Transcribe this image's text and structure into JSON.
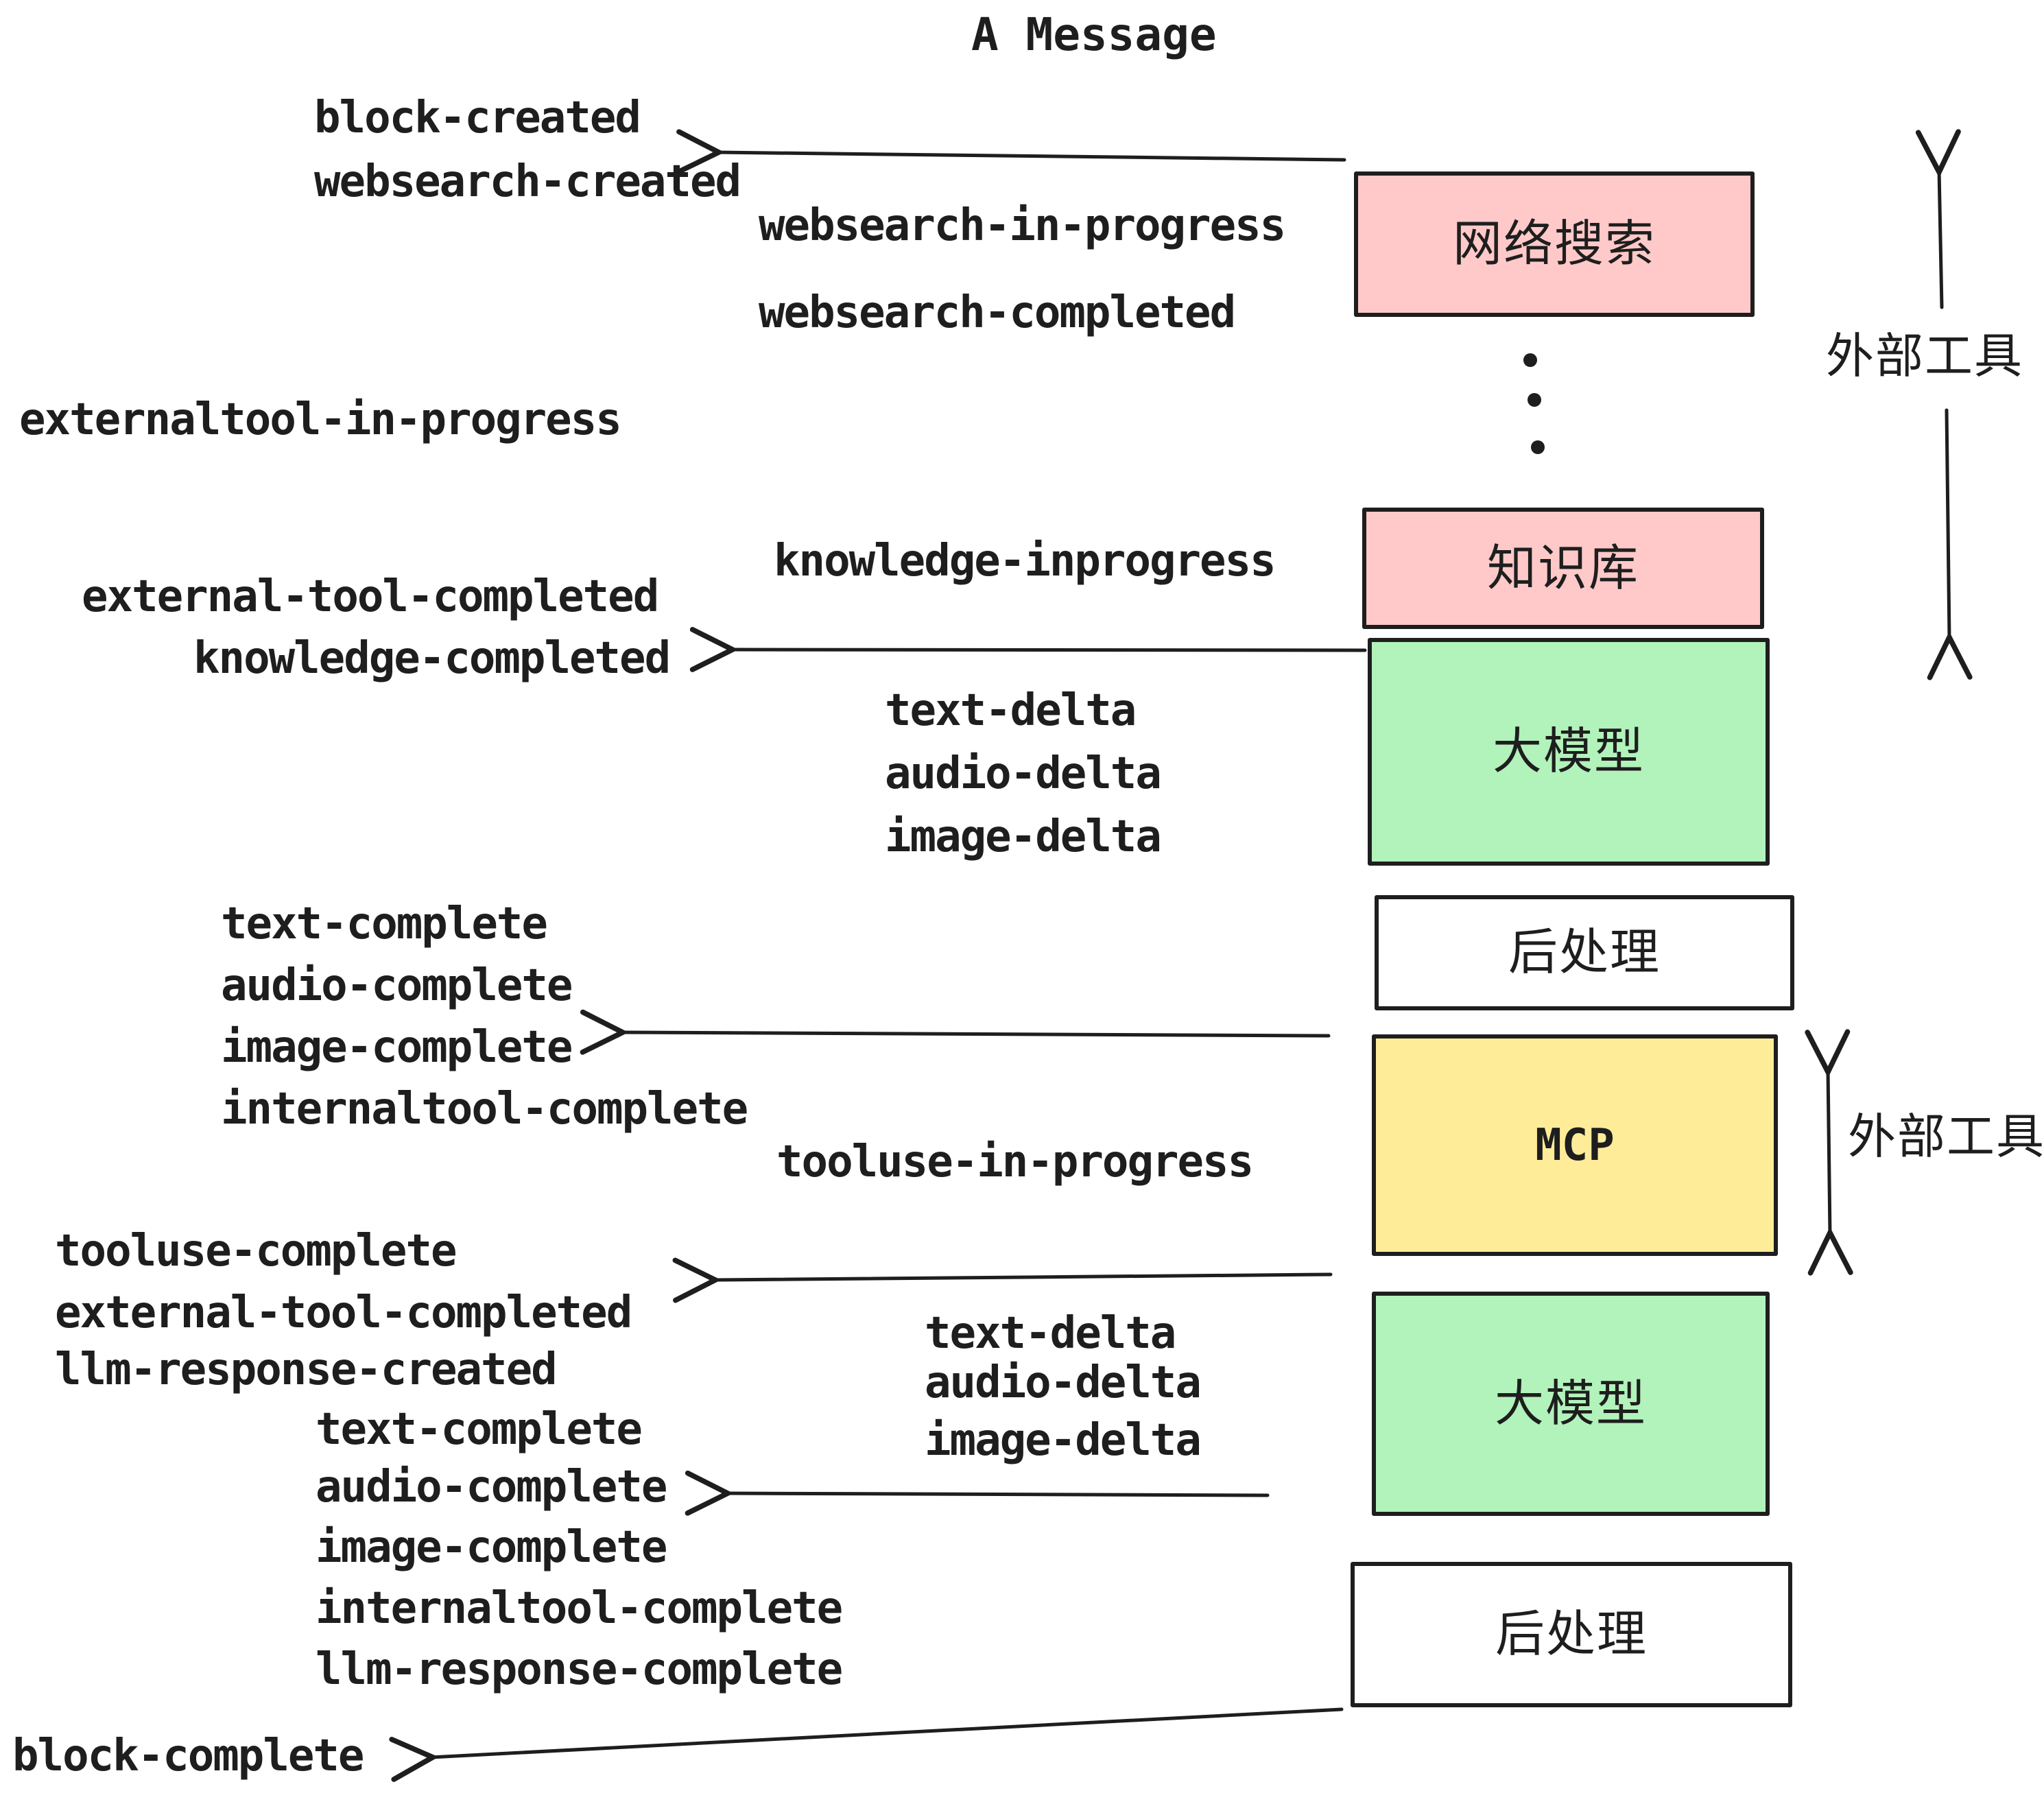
{
  "title": "A Message",
  "colors": {
    "ink": "#1e1e1e",
    "pink": "#ffc9c9",
    "green": "#b2f2bb",
    "yellow": "#ffec99",
    "white": "#ffffff"
  },
  "boxes": {
    "websearch": {
      "label": "网络搜索",
      "fill": "#ffc9c9"
    },
    "knowledge": {
      "label": "知识库",
      "fill": "#ffc9c9"
    },
    "llm_1": {
      "label": "大模型",
      "fill": "#b2f2bb"
    },
    "post_1": {
      "label": "后处理",
      "fill": "#ffffff"
    },
    "mcp": {
      "label": "MCP",
      "fill": "#ffec99"
    },
    "llm_2": {
      "label": "大模型",
      "fill": "#b2f2bb"
    },
    "post_2": {
      "label": "后处理",
      "fill": "#ffffff"
    }
  },
  "events": {
    "block_created": "block-created",
    "websearch_created": "websearch-created",
    "websearch_in_progress": "websearch-in-progress",
    "websearch_completed": "websearch-completed",
    "externaltool_in_progress": "externaltool-in-progress",
    "knowledge_inprogress": "knowledge-inprogress",
    "external_tool_completed_1": "external-tool-completed",
    "knowledge_completed": "knowledge-completed",
    "text_delta_1": "text-delta",
    "audio_delta_1": "audio-delta",
    "image_delta_1": "image-delta",
    "text_complete_1": "text-complete",
    "audio_complete_1": "audio-complete",
    "image_complete_1": "image-complete",
    "internaltool_complete_1": "internaltool-complete",
    "tooluse_in_progress": "tooluse-in-progress",
    "tooluse_complete": "tooluse-complete",
    "external_tool_completed_2": "external-tool-completed",
    "llm_response_created": "llm-response-created",
    "text_complete_2": "text-complete",
    "audio_complete_2": "audio-complete",
    "image_complete_2": "image-complete",
    "internaltool_complete_2": "internaltool-complete",
    "llm_response_complete": "llm-response-complete",
    "block_complete": "block-complete"
  },
  "side_labels": {
    "external_tools_upper": "外部工具",
    "external_tools_lower": "外部工具"
  }
}
